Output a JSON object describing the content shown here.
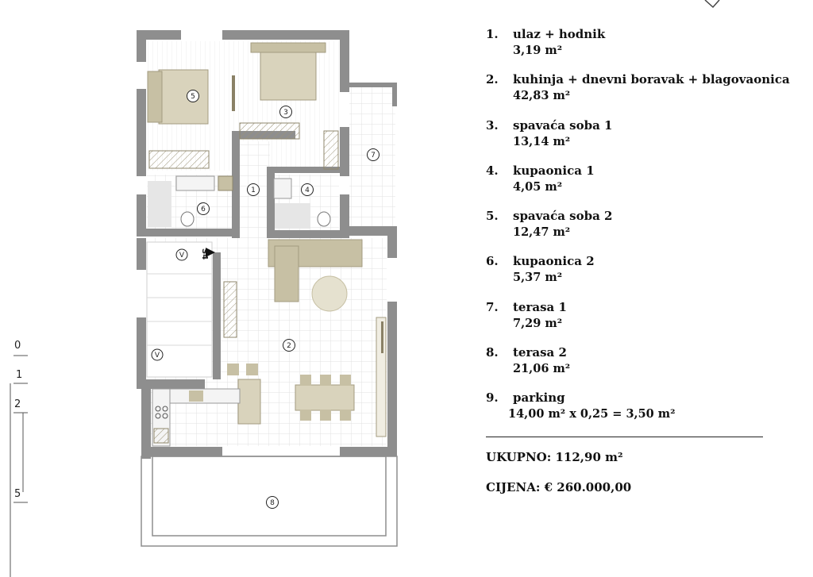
{
  "legend": {
    "rooms": [
      {
        "num": "1.",
        "name": "ulaz + hodnik",
        "area": "3,19 m²"
      },
      {
        "num": "2.",
        "name": "kuhinja + dnevni boravak + blagovaonica",
        "area": "42,83 m²"
      },
      {
        "num": "3.",
        "name": "spavaća soba 1",
        "area": "13,14 m²"
      },
      {
        "num": "4.",
        "name": "kupaonica 1",
        "area": "4,05 m²"
      },
      {
        "num": "5.",
        "name": "spavaća soba 2",
        "area": "12,47 m²"
      },
      {
        "num": "6.",
        "name": "kupaonica 2",
        "area": "5,37 m²"
      },
      {
        "num": "7.",
        "name": "terasa 1",
        "area": "7,29 m²"
      },
      {
        "num": "8.",
        "name": "terasa 2",
        "area": "21,06 m²"
      },
      {
        "num": "9.",
        "name": "parking",
        "area": "14,00 m² x 0,25 = 3,50 m²"
      }
    ],
    "total": "UKUPNO: 112,90 m²",
    "price": "CIJENA: € 260.000,00"
  },
  "plan": {
    "room_markers": [
      "1",
      "2",
      "3",
      "4",
      "5",
      "6",
      "7",
      "8"
    ],
    "stair_marker": "S4",
    "arrow_label": "V"
  },
  "scale": {
    "labels": [
      "0",
      "1",
      "2",
      "5"
    ]
  },
  "colors": {
    "wall": "#8e8e8e",
    "furniture": "#c7c0a4",
    "bed": "#d9d3bc",
    "floor_grid": "#e4e4e4",
    "text": "#111111"
  }
}
